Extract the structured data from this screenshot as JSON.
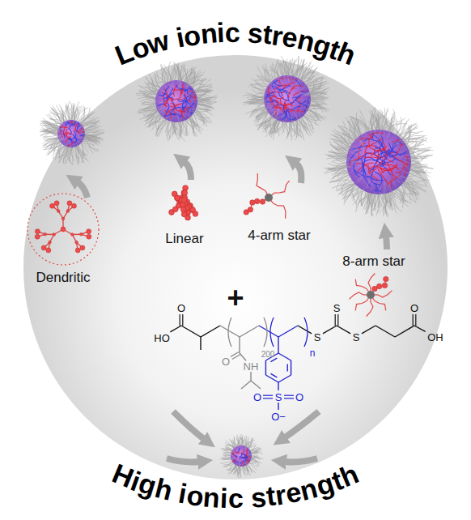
{
  "diagram": {
    "title": "Low ionic strength",
    "caption": "High ionic strength",
    "labels": [
      "Dendritic",
      "Linear",
      "4-arm star",
      "8-arm star",
      "+",
      "HO",
      "O",
      "O",
      "NH",
      "200",
      "n",
      "S",
      "S",
      "S",
      "O",
      "OH",
      "O",
      "S",
      "O",
      "O−"
    ]
  }
}
